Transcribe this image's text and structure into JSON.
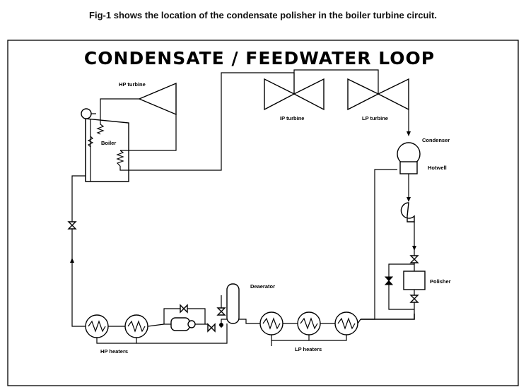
{
  "caption": "Fig-1 shows the location of the condensate polisher in the boiler turbine circuit.",
  "diagram": {
    "title": "CONDENSATE / FEEDWATER LOOP",
    "labels": {
      "hp_turbine": "HP turbine",
      "ip_turbine": "IP turbine",
      "lp_turbine": "LP turbine",
      "boiler": "Boiler",
      "condenser": "Condenser",
      "hotwell": "Hotwell",
      "polisher": "Polisher",
      "deaerator": "Deaerator",
      "hp_heaters": "HP heaters",
      "lp_heaters": "LP heaters"
    }
  }
}
